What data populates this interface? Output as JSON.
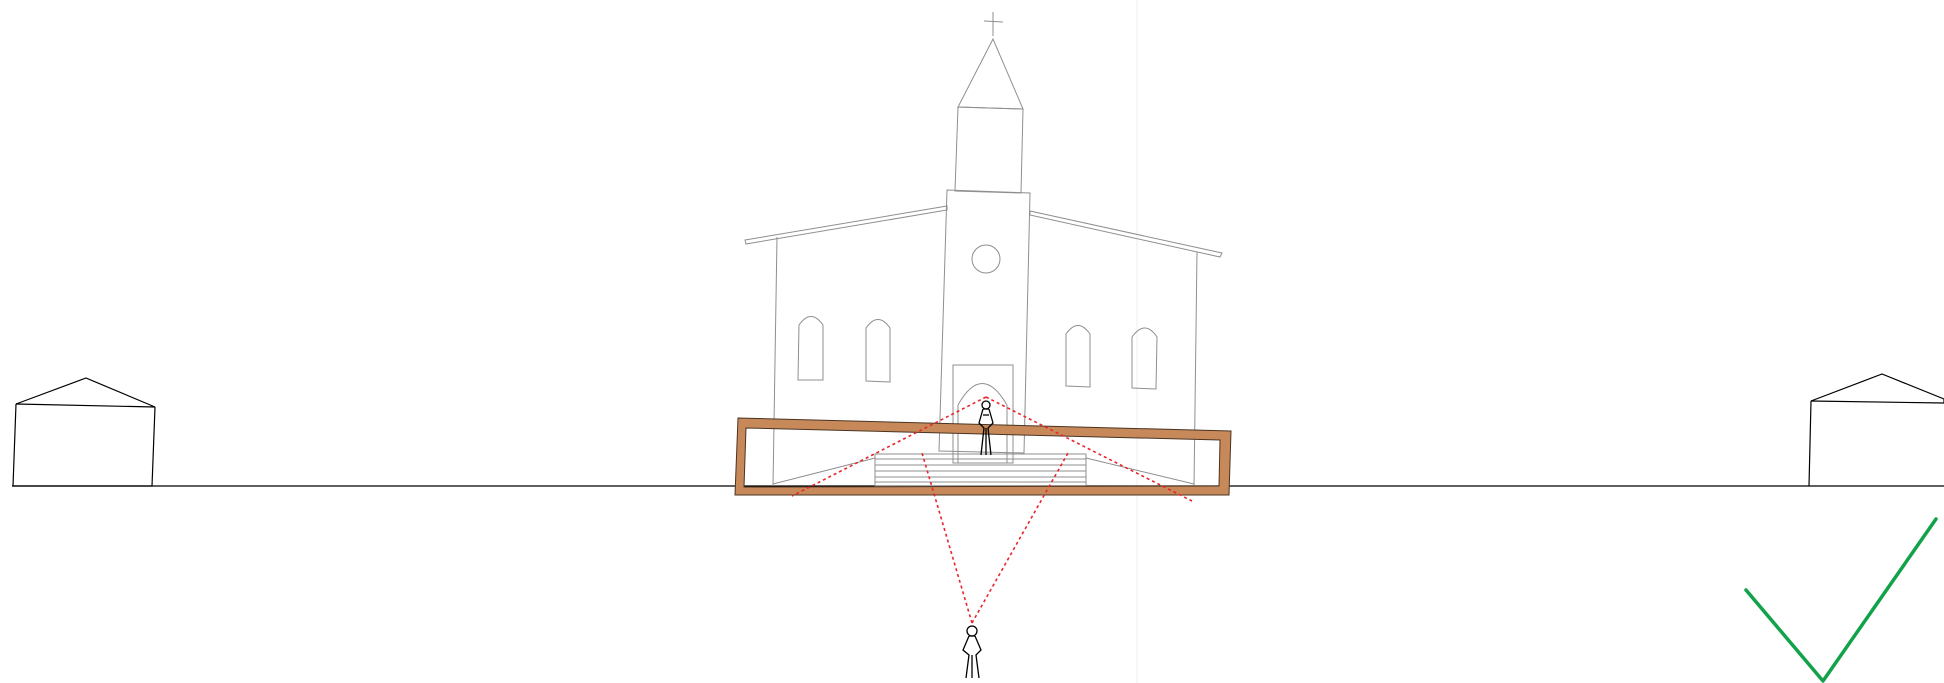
{
  "diagram": {
    "elements": [
      "church",
      "cross-icon",
      "house-left",
      "house-right",
      "ground-line",
      "frame-rectangle",
      "person-on-steps",
      "person-viewer",
      "sight-lines",
      "checkmark-icon"
    ]
  },
  "colors": {
    "background": "#ffffff",
    "outline": "#9a9a9a",
    "ink": "#000000",
    "frame_fill": "#c8895a",
    "frame_stroke": "#4a3422",
    "sight_line": "#e8262b",
    "checkmark": "#12a34a",
    "guide_line": "#e4e4e4"
  }
}
